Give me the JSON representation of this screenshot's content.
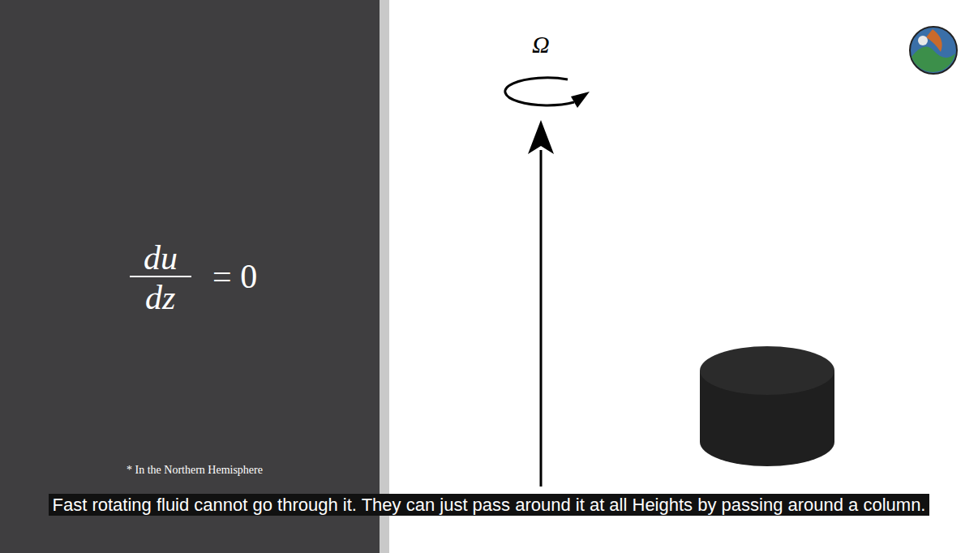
{
  "diagram": {
    "caption": "Fast rotating fluid cannot go through it. They can just pass around it at all Heights by passing around a column.",
    "labels": [
      "Ω",
      "du",
      "dz",
      "= 0",
      "* In the Northern Hemisphere"
    ]
  }
}
